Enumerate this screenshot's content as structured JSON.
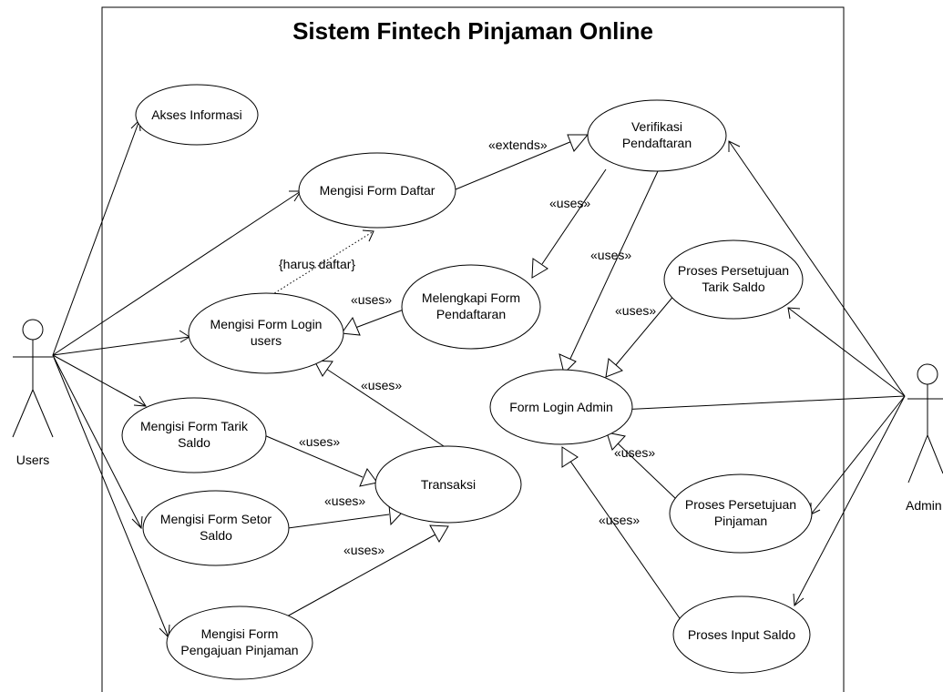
{
  "title": "Sistem Fintech Pinjaman Online",
  "actors": {
    "users": "Users",
    "admin": "Admin"
  },
  "use_cases": {
    "akses_informasi": [
      "Akses Informasi"
    ],
    "mengisi_form_daftar": [
      "Mengisi Form Daftar"
    ],
    "verifikasi_pendaftaran": [
      "Verifikasi",
      "Pendaftaran"
    ],
    "melengkapi_form": [
      "Melengkapi Form",
      "Pendaftaran"
    ],
    "mengisi_form_login": [
      "Mengisi Form Login",
      "users"
    ],
    "mengisi_form_tarik": [
      "Mengisi Form Tarik",
      "Saldo"
    ],
    "transaksi": [
      "Transaksi"
    ],
    "mengisi_form_setor": [
      "Mengisi Form Setor",
      "Saldo"
    ],
    "mengisi_form_pengajuan": [
      "Mengisi Form",
      "Pengajuan Pinjaman"
    ],
    "form_login_admin": [
      "Form Login Admin"
    ],
    "proses_persetujuan_tarik": [
      "Proses Persetujuan",
      "Tarik Saldo"
    ],
    "proses_persetujuan_pinjaman": [
      "Proses Persetujuan",
      "Pinjaman"
    ],
    "proses_input_saldo": [
      "Proses Input Saldo"
    ]
  },
  "edge_labels": {
    "extends": "«extends»",
    "uses": "«uses»",
    "harus_daftar": "{harus daftar}"
  }
}
